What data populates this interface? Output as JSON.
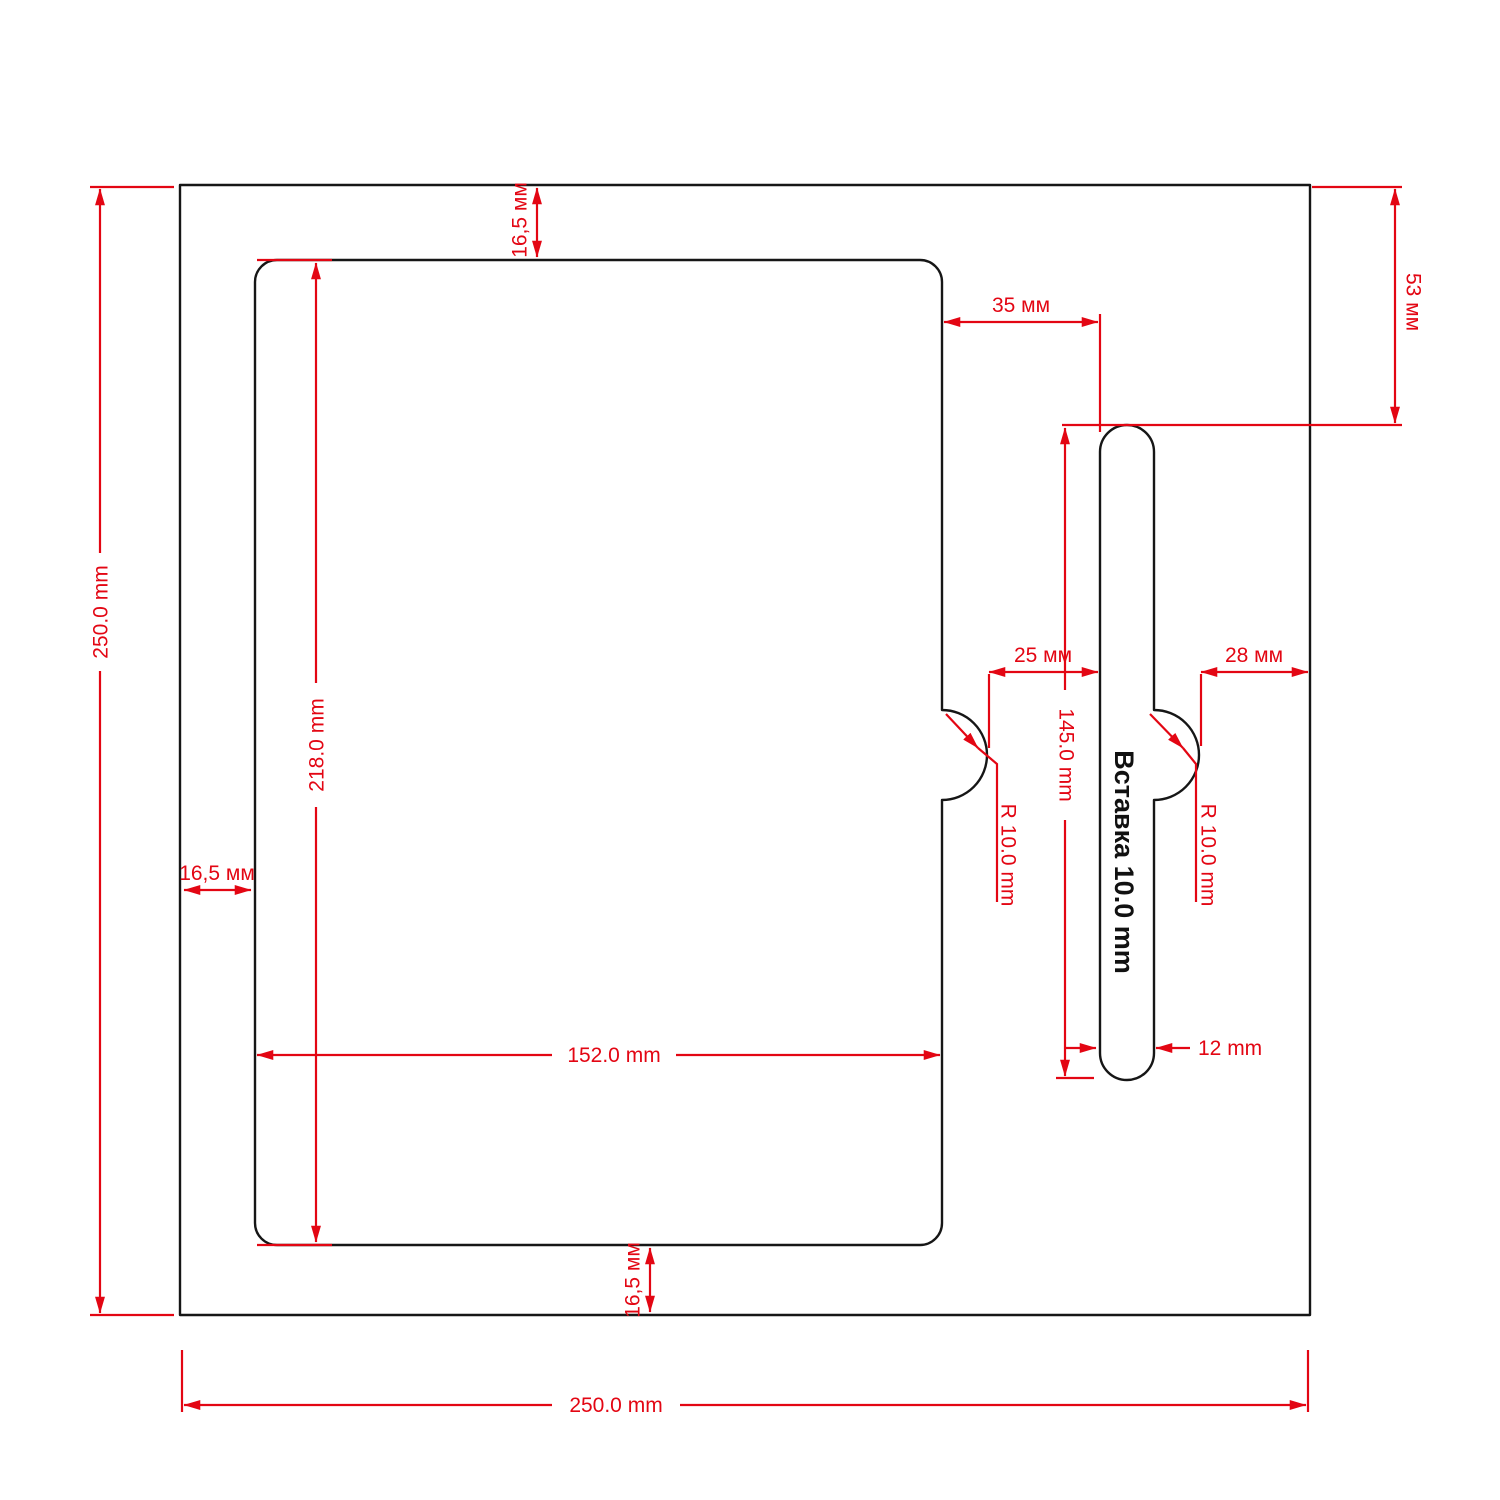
{
  "drawing": {
    "dims": {
      "outer_height": "250.0 mm",
      "outer_width": "250.0 mm",
      "pocket_height": "218.0 mm",
      "pocket_width": "152.0 mm",
      "margin_top": "16,5 мм",
      "margin_left": "16,5 мм",
      "margin_bottom": "16,5 мм",
      "pocket_to_slot": "35 мм",
      "slot_top_offset": "53 мм",
      "pocket_notch_to_slot": "25 мм",
      "slot_notch_to_edge": "28 мм",
      "slot_length": "145.0 mm",
      "slot_width": "12 mm",
      "pocket_notch_radius": "R 10.0 mm",
      "slot_notch_radius": "R 10.0 mm"
    },
    "insert_label": "Вставка 10.0 mm",
    "colors": {
      "dimension": "#e30613",
      "outline": "#161616",
      "background": "#ffffff"
    }
  }
}
